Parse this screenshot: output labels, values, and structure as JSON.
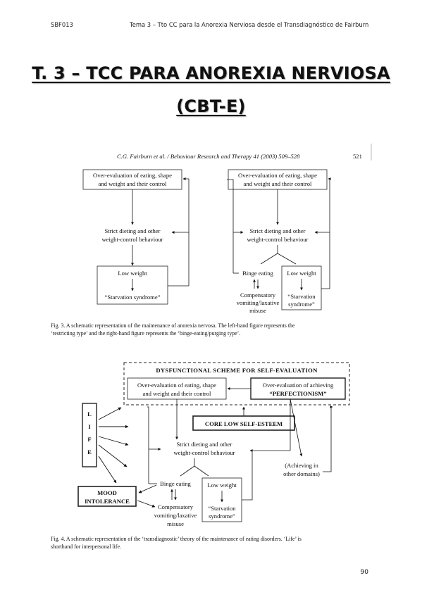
{
  "header": {
    "code": "SBF013",
    "topic": "Tema 3 – Tto CC para la Anorexia Nerviosa desde el Transdiagnóstico de Fairburn"
  },
  "title": {
    "line1": "T. 3 – TCC PARA ANOREXIA NERVIOSA",
    "line2": "(CBT-E)"
  },
  "fig3": {
    "citation": "C.G. Fairburn et al. / Behaviour Research and Therapy 41 (2003) 509–528",
    "journal_page": "521",
    "left": {
      "overeval_1": "Over-evaluation of eating, shape",
      "overeval_2": "and weight and their control",
      "dieting_1": "Strict dieting and other",
      "dieting_2": "weight-control behaviour",
      "lowweight": "Low weight",
      "starvation": "“Starvation syndrome”"
    },
    "right": {
      "overeval_1": "Over-evaluation of eating, shape",
      "overeval_2": "and weight and their control",
      "dieting_1": "Strict dieting and other",
      "dieting_2": "weight-control behaviour",
      "binge": "Binge eating",
      "lowweight": "Low weight",
      "starvation_1": "“Starvation",
      "starvation_2": "syndrome”",
      "comp_1": "Compensatory",
      "comp_2": "vomiting/laxative",
      "comp_3": "misuse"
    },
    "caption_1": "Fig. 3.   A  schematic  representation  of  the  maintenance  of  anorexia  nervosa.  The  left-hand  figure  represents  the",
    "caption_2": "‘restricting type’ and the right-hand figure represents the ‘binge-eating/purging type’."
  },
  "fig4": {
    "scheme_title": "DYSFUNCTIONAL SCHEME FOR SELF-EVALUATION",
    "overeval_1": "Over-evaluation of eating, shape",
    "overeval_2": "and weight and their control",
    "achieve_1": "Over-evaluation of achieving",
    "achieve_2": "“PERFECTIONISM”",
    "core": "CORE LOW SELF-ESTEEM",
    "life": [
      "L",
      "I",
      "F",
      "E"
    ],
    "dieting_1": "Strict dieting and other",
    "dieting_2": "weight-control behaviour",
    "other_1": "(Achieving in",
    "other_2": "other domains)",
    "mood_1": "MOOD",
    "mood_2": "INTOLERANCE",
    "binge": "Binge eating",
    "lowweight": "Low weight",
    "starvation_1": "“Starvation",
    "starvation_2": "syndrome”",
    "comp_1": "Compensatory",
    "comp_2": "vomiting/laxative",
    "comp_3": "misuse",
    "caption_1": "Fig. 4.   A  schematic  representation  of  the  ‘transdiagnostic’  theory  of  the  maintenance  of  eating  disorders.  ‘Life’  is",
    "caption_2": "shorthand for interpersonal life."
  },
  "page_number": "90"
}
